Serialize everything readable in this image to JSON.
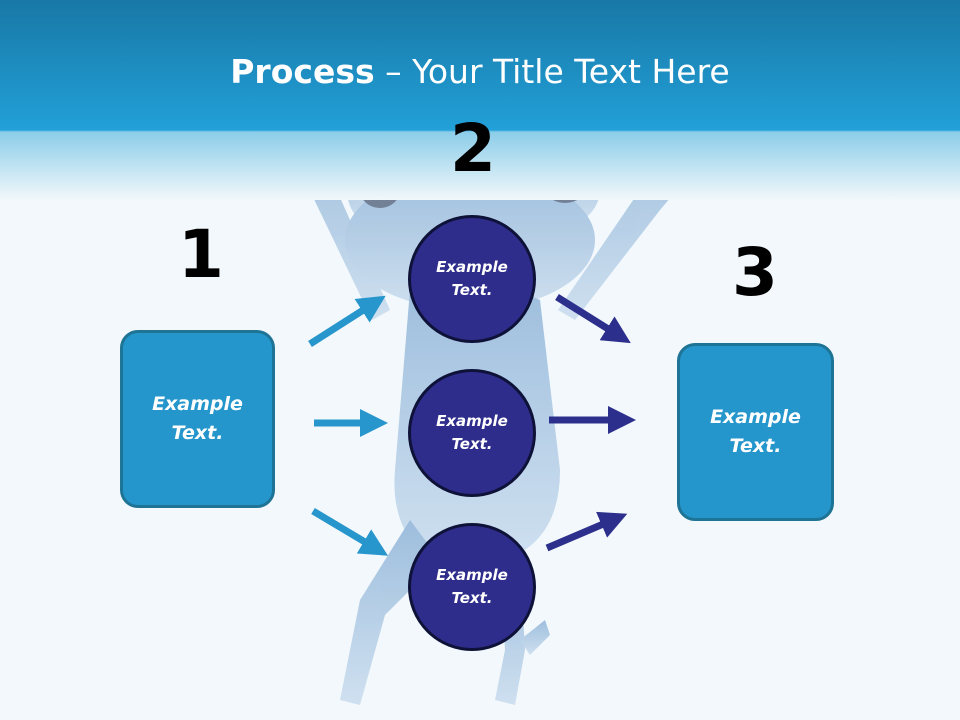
{
  "title": {
    "bold": "Process",
    "rest": " – Your Title Text Here"
  },
  "steps": {
    "one": "1",
    "two": "2",
    "three": "3"
  },
  "left_box": {
    "label": "Example\nText."
  },
  "right_box": {
    "label": "Example\nText."
  },
  "circles": [
    {
      "label": "Example\nText."
    },
    {
      "label": "Example\nText."
    },
    {
      "label": "Example\nText."
    }
  ],
  "colors": {
    "header": "#1b8fc6",
    "box_fill": "#2596cc",
    "circle_fill": "#2e2d8b",
    "arrow_light": "#2796cc",
    "arrow_dark": "#2c2f8c"
  }
}
